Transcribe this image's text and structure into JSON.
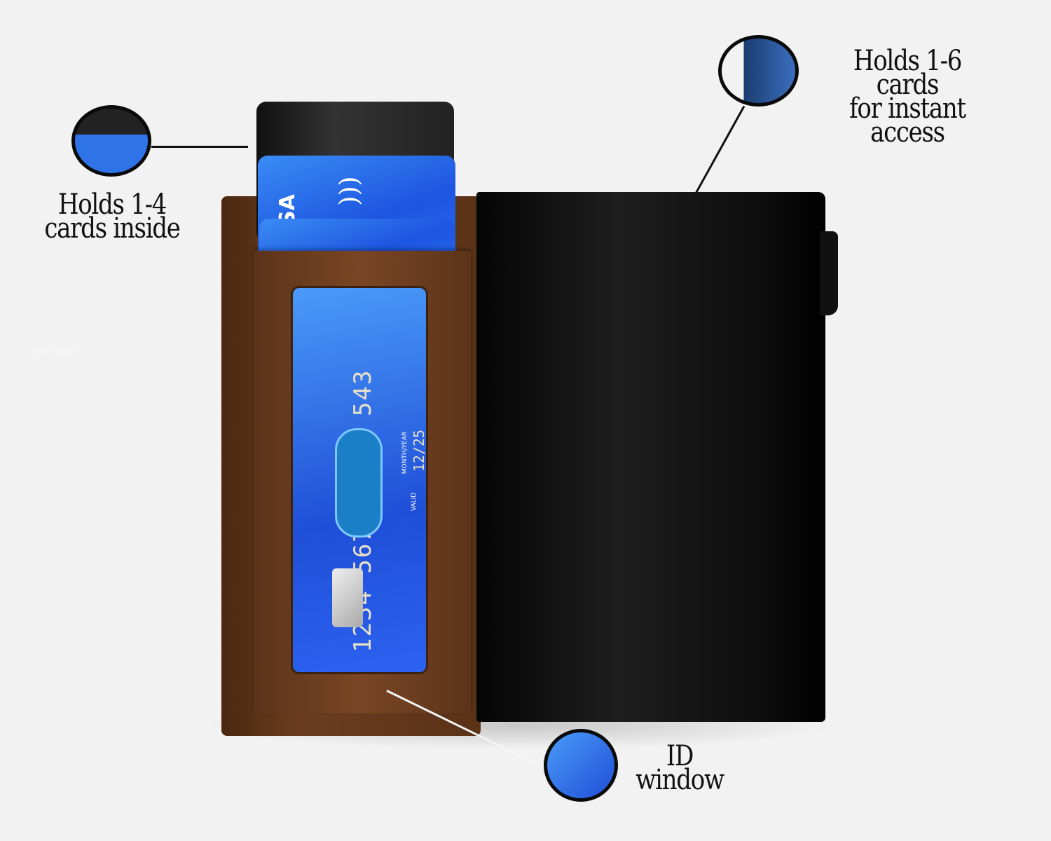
{
  "callouts": {
    "cards_inside": {
      "line1": "Holds 1-4",
      "line2": "cards inside"
    },
    "instant_access": {
      "line1": "Holds 1-6 cards",
      "line2": "for instant access"
    },
    "id_window": {
      "line1": "ID",
      "line2": "window"
    }
  },
  "card": {
    "number": "1234 5678 9876 543",
    "valid_label": "VALID",
    "month_year_label": "MONTH/YEAR",
    "expiry": "12/25",
    "brand_partial": "SA"
  },
  "watermark": "lorem ipsum",
  "colors": {
    "background": "#f2f2f2",
    "leather": "#6b3d1e",
    "case": "#0d0d0d",
    "card_blue": "#2a6cf0"
  }
}
